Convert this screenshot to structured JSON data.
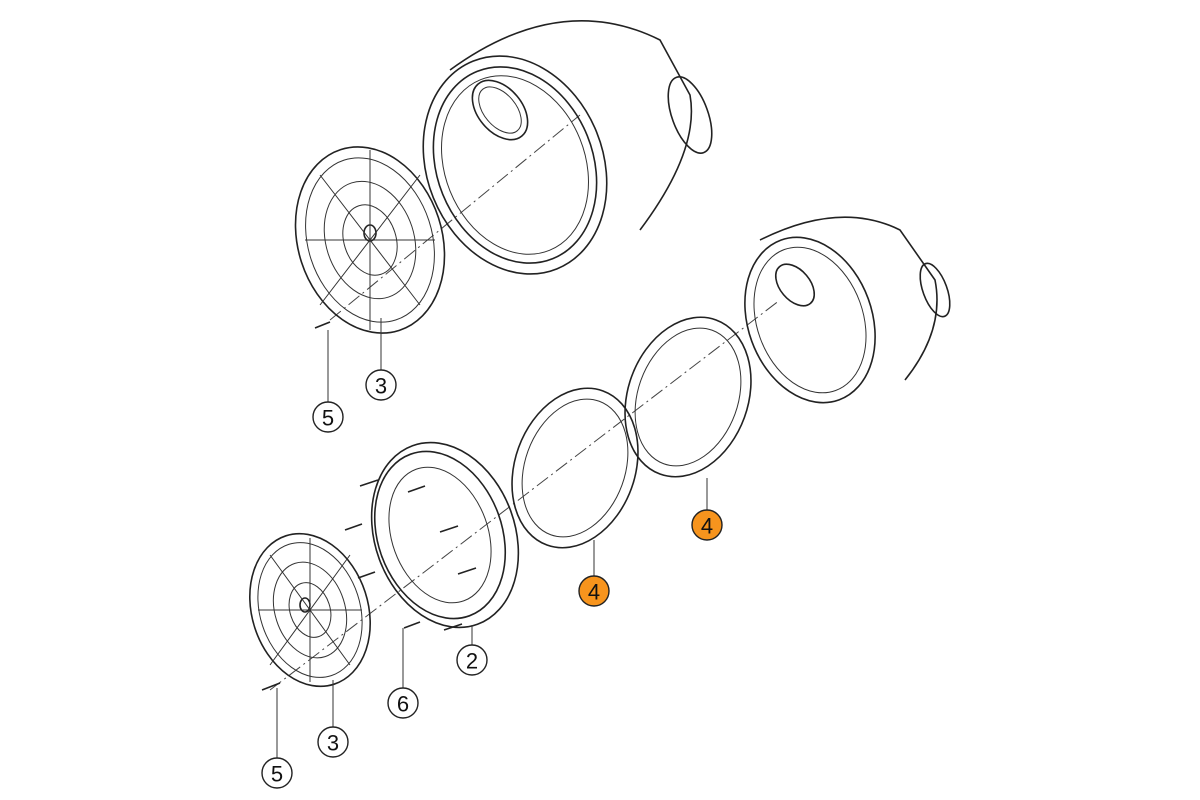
{
  "diagram": {
    "colors": {
      "highlight": "#F7941D",
      "normal": "#ffffff",
      "line": "#222222"
    },
    "callouts": [
      {
        "text": "5",
        "highlight": false
      },
      {
        "text": "3",
        "highlight": false
      },
      {
        "text": "4",
        "highlight": true
      },
      {
        "text": "4",
        "highlight": true
      },
      {
        "text": "2",
        "highlight": false
      },
      {
        "text": "6",
        "highlight": false
      },
      {
        "text": "3",
        "highlight": false
      },
      {
        "text": "5",
        "highlight": false
      }
    ]
  }
}
